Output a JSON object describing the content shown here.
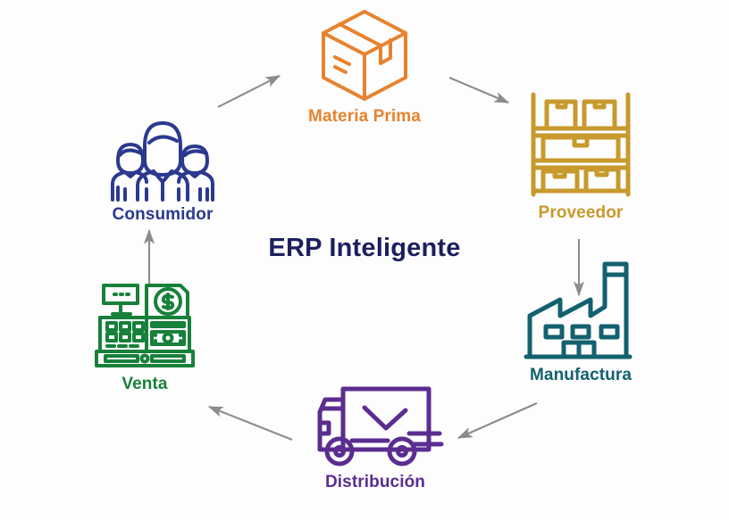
{
  "diagram": {
    "title": "ERP Inteligente",
    "title_color": "#1b1f5e",
    "background": "#fdfdfd",
    "arrow_color": "#8c8c8c",
    "layout": "circular-cycle",
    "nodes": [
      {
        "id": "materia-prima",
        "label": "Materia Prima",
        "color": "#e8822e",
        "icon": "cardboard-box-icon",
        "position": "top"
      },
      {
        "id": "proveedor",
        "label": "Proveedor",
        "color": "#c8992c",
        "icon": "warehouse-shelf-icon",
        "position": "top-right"
      },
      {
        "id": "manufactura",
        "label": "Manufactura",
        "color": "#136170",
        "icon": "factory-icon",
        "position": "bottom-right"
      },
      {
        "id": "distribucion",
        "label": "Distribución",
        "color": "#5b2d90",
        "icon": "delivery-truck-icon",
        "position": "bottom"
      },
      {
        "id": "venta",
        "label": "Venta",
        "color": "#17803a",
        "icon": "cash-register-icon",
        "position": "bottom-left"
      },
      {
        "id": "consumidor",
        "label": "Consumidor",
        "color": "#2b3a8f",
        "icon": "people-group-icon",
        "position": "top-left"
      }
    ],
    "arrows": [
      {
        "id": "consumidor-to-materia-prima",
        "from": "consumidor",
        "to": "materia-prima",
        "direction": "up-right"
      },
      {
        "id": "materia-prima-to-proveedor",
        "from": "materia-prima",
        "to": "proveedor",
        "direction": "down-right"
      },
      {
        "id": "proveedor-to-manufactura",
        "from": "proveedor",
        "to": "manufactura",
        "direction": "down"
      },
      {
        "id": "manufactura-to-distribucion",
        "from": "manufactura",
        "to": "distribucion",
        "direction": "down-left"
      },
      {
        "id": "distribucion-to-venta",
        "from": "distribucion",
        "to": "venta",
        "direction": "up-left"
      },
      {
        "id": "venta-to-consumidor",
        "from": "venta",
        "to": "consumidor",
        "direction": "up"
      }
    ]
  }
}
